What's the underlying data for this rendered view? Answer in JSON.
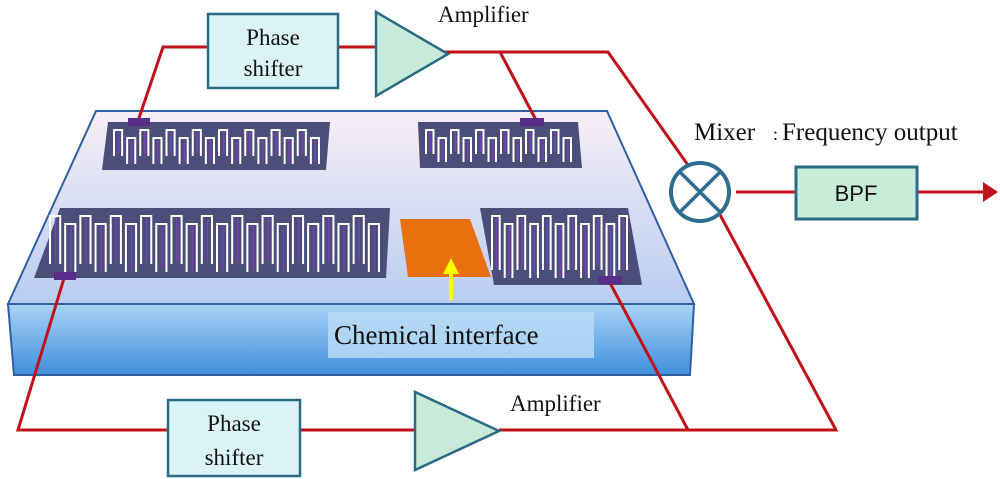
{
  "phase_shifter_top": {
    "line1": "Phase",
    "line2": "shifter"
  },
  "phase_shifter_bottom": {
    "line1": "Phase",
    "line2": "shifter"
  },
  "amplifier_top": {
    "label": "Amplifier"
  },
  "amplifier_bottom": {
    "label": "Amplifier"
  },
  "mixer": {
    "label": "Mixer"
  },
  "separator": ":",
  "frequency_output": {
    "label": "Frequency output"
  },
  "bpf": {
    "label": "BPF"
  },
  "chemical_interface": {
    "label": "Chemical interface"
  },
  "colors": {
    "wire": "#c0101a",
    "box_fill": "#daf3f7",
    "box_stroke": "#2b6a84",
    "amplifier_fill": "#c7ead9",
    "bpf_fill": "#c9ecd8",
    "substrate_top": "#eef0fb",
    "substrate_side": "#8ec3ee",
    "electrode": "#4a4e78",
    "electrode_inner": "#7d3fb8",
    "sensing_area": "#e8700f",
    "arrow": "#ffff00",
    "mixer_stroke": "#2e6c90"
  }
}
